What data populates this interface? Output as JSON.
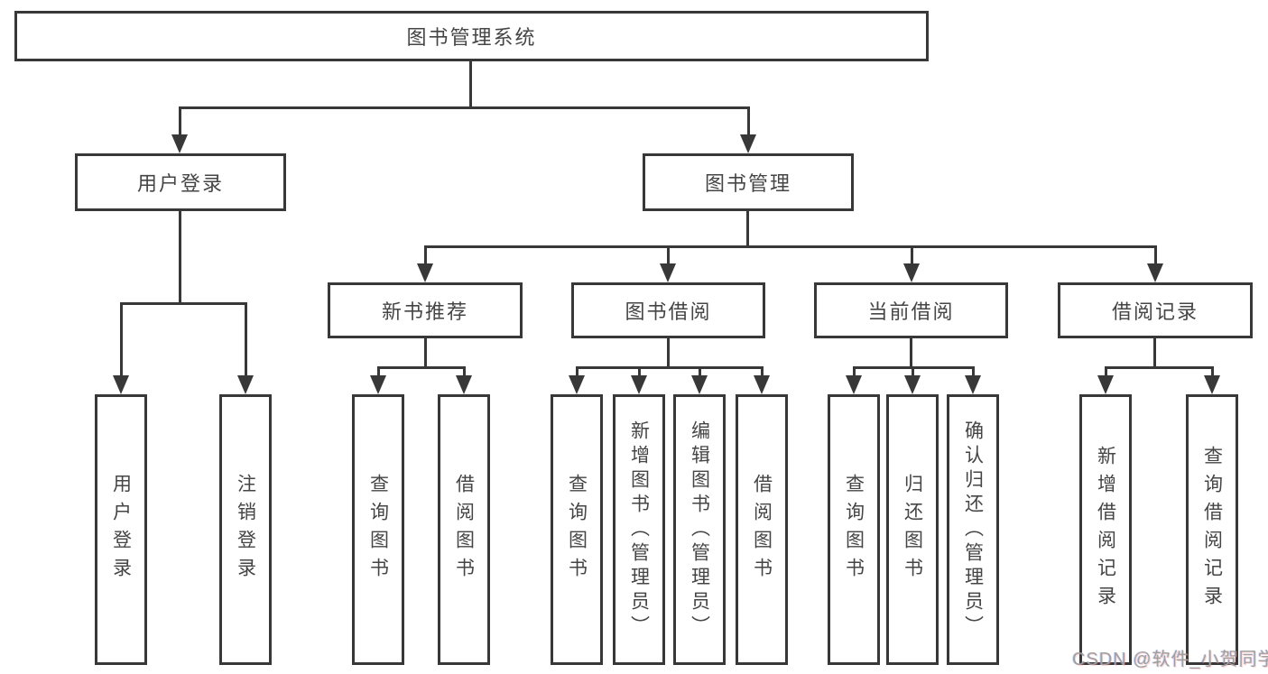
{
  "diagram": {
    "root": {
      "label": "图书管理系统"
    },
    "branches": [
      {
        "label": "用户登录",
        "children": [
          {
            "label": "用户登录"
          },
          {
            "label": "注销登录"
          }
        ]
      },
      {
        "label": "图书管理",
        "children": [
          {
            "label": "新书推荐",
            "children": [
              {
                "label": "查询图书"
              },
              {
                "label": "借阅图书"
              }
            ]
          },
          {
            "label": "图书借阅",
            "children": [
              {
                "label": "查询图书"
              },
              {
                "label": "新增图书（管理员）"
              },
              {
                "label": "编辑图书（管理员）"
              },
              {
                "label": "借阅图书"
              }
            ]
          },
          {
            "label": "当前借阅",
            "children": [
              {
                "label": "查询图书"
              },
              {
                "label": "归还图书"
              },
              {
                "label": "确认归还（管理员）"
              }
            ]
          },
          {
            "label": "借阅记录",
            "children": [
              {
                "label": "新增借阅记录"
              },
              {
                "label": "查询借阅记录"
              }
            ]
          }
        ]
      }
    ]
  },
  "watermark": {
    "text": "CSDN @软件_小贺同学"
  },
  "colors": {
    "line": "#383838",
    "text": "#454545",
    "background": "#ffffff",
    "watermark": "#a0a0a0"
  }
}
